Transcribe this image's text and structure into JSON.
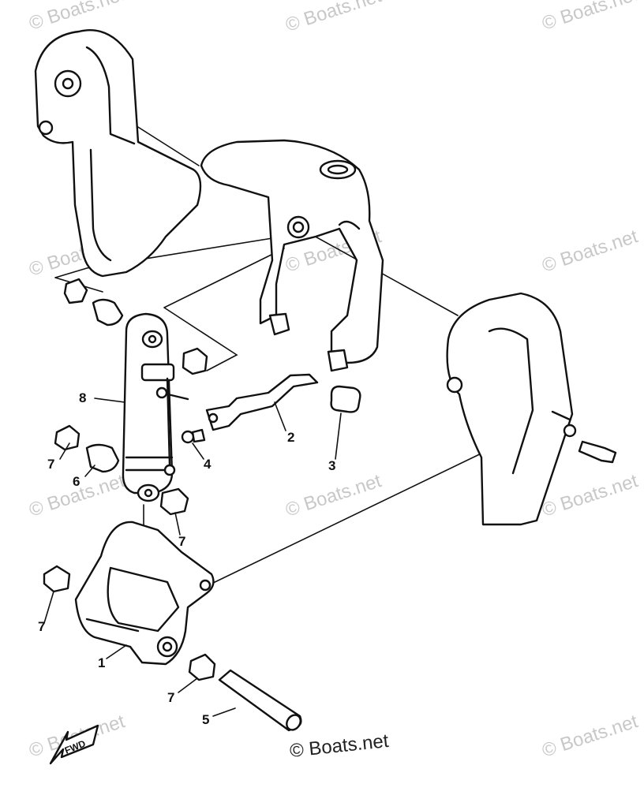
{
  "diagram": {
    "callouts": {
      "c1": "1",
      "c2": "2",
      "c3": "3",
      "c4": "4",
      "c5": "5",
      "c6": "6",
      "c7a": "7",
      "c7b": "7",
      "c7c": "7",
      "c7d": "7",
      "c8": "8"
    },
    "fwd_label": "FWD",
    "copyright": "© Boats.net",
    "watermark": "© Boats.net"
  }
}
